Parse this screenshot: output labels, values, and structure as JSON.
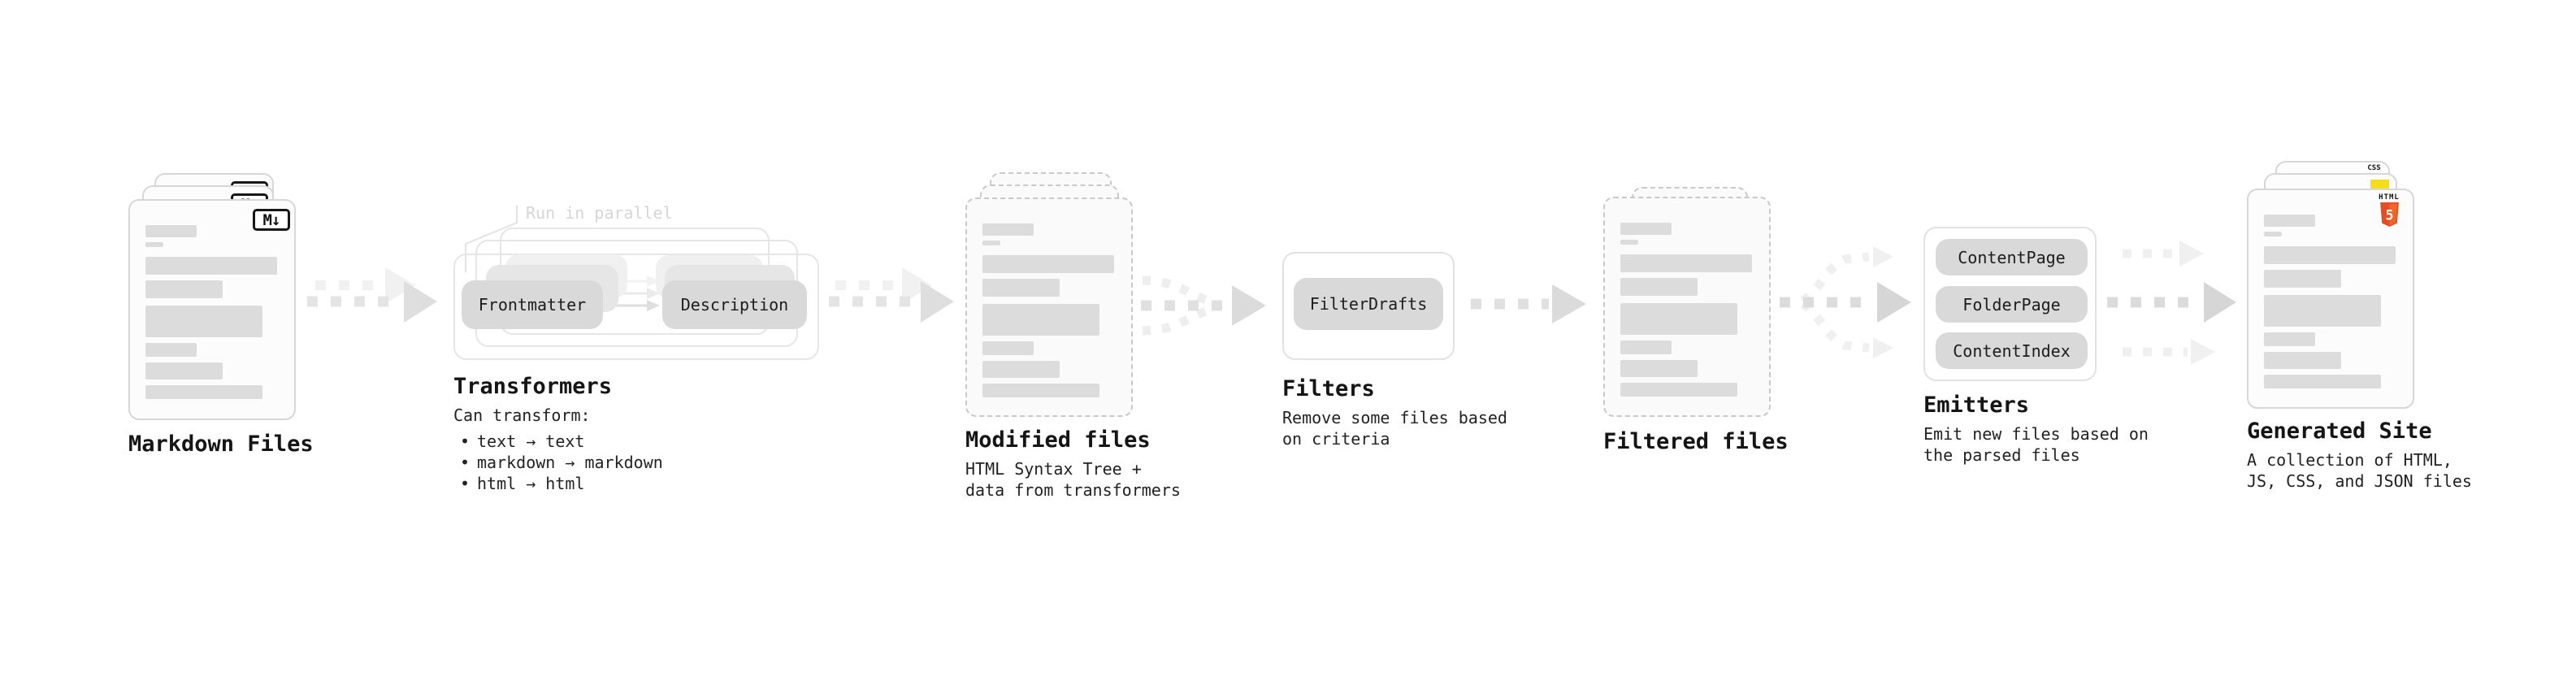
{
  "stages": {
    "markdown_files": {
      "title": "Markdown Files",
      "badge_text": "M↓"
    },
    "transformers": {
      "title": "Transformers",
      "annotation": "Run in parallel",
      "pills": [
        "Frontmatter",
        "Description"
      ],
      "note_heading": "Can transform:",
      "bullets": [
        "text → text",
        "markdown → markdown",
        "html → html"
      ]
    },
    "modified_files": {
      "title": "Modified files",
      "subtitle": "HTML Syntax Tree +\ndata from transformers"
    },
    "filters": {
      "title": "Filters",
      "subtitle": "Remove some files based\non criteria",
      "pills": [
        "FilterDrafts"
      ]
    },
    "filtered_files": {
      "title": "Filtered files"
    },
    "emitters": {
      "title": "Emitters",
      "subtitle": "Emit new files based on\nthe parsed files",
      "pills": [
        "ContentPage",
        "FolderPage",
        "ContentIndex"
      ]
    },
    "generated_site": {
      "title": "Generated Site",
      "subtitle": "A collection of HTML,\nJS, CSS, and JSON files",
      "badges": {
        "css_label": "CSS",
        "html_label": "HTML",
        "html5_numeral": "5"
      }
    }
  },
  "colors": {
    "html5_shield": "#e44d26",
    "html5_shield_light": "#f16529",
    "js_badge_yellow": "#f5de19",
    "css_badge_blue": "#2c5fe0",
    "pill_background": "#d9d9d9",
    "skeleton_bar": "#dcdcdc",
    "annotation_gray": "#d6d6d6"
  }
}
